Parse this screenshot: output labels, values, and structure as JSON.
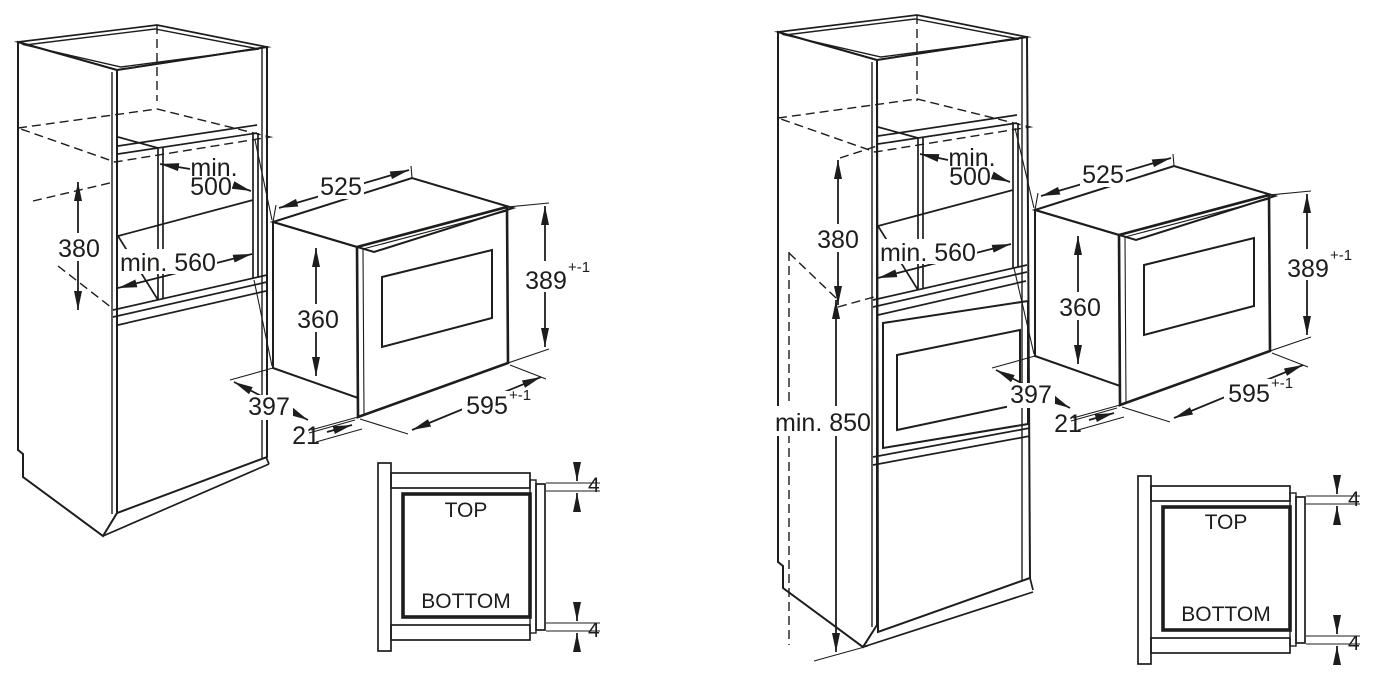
{
  "colors": {
    "line": "#1d1d1b",
    "background": "#ffffff"
  },
  "panels": [
    {
      "id": "wall-unit-installation",
      "cabinet": {
        "niche_width_min": "min.",
        "niche_width": "500",
        "niche_height": "380",
        "niche_depth": "min. 560"
      },
      "microwave": {
        "width_top": "525",
        "cavity_height": "360",
        "front_height": "389",
        "front_height_tol": "+-1",
        "depth": "397",
        "frame_overlap": "21",
        "front_width": "595",
        "front_width_tol": "+-1"
      },
      "detail": {
        "top_label": "TOP",
        "bottom_label": "BOTTOM",
        "top_gap": "4",
        "bottom_gap": "4"
      }
    },
    {
      "id": "tall-unit-installation",
      "cabinet": {
        "niche_width_min": "min.",
        "niche_width": "500",
        "niche_height": "380",
        "niche_depth": "min. 560",
        "floor_to_niche": "min. 850"
      },
      "microwave": {
        "width_top": "525",
        "cavity_height": "360",
        "front_height": "389",
        "front_height_tol": "+-1",
        "depth": "397",
        "frame_overlap": "21",
        "front_width": "595",
        "front_width_tol": "+-1"
      },
      "detail": {
        "top_label": "TOP",
        "bottom_label": "BOTTOM",
        "top_gap": "4",
        "bottom_gap": "4"
      }
    }
  ]
}
